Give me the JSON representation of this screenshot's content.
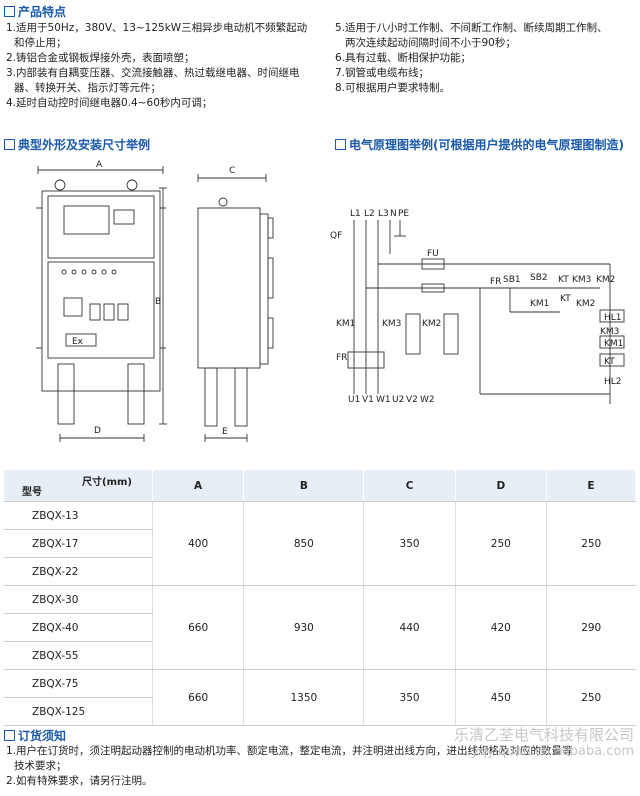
{
  "features": {
    "title": "产品特点",
    "left": [
      "1.适用于50Hz，380V、13~125kW三相异步电动机不频繁起动",
      "和停止用；",
      "2.铸铝合金或钢板焊接外壳，表面喷塑；",
      "3.内部装有自耦变压器、交流接触器、热过载继电器、时间继电",
      "器、转换开关、指示灯等元件；",
      "4.延时自动控时间继电器0.4~60秒内可调；"
    ],
    "right": [
      "5.适用于八小时工作制、不间断工作制、断续周期工作制、",
      "两次连续起动间隔时间不小于90秒；",
      "6.具有过载、断相保护功能；",
      "7.钢管或电缆布线；",
      "8.可根据用户要求特制。"
    ]
  },
  "dimensions_section": {
    "title": "典型外形及安装尺寸举例",
    "labels": {
      "a": "A",
      "b": "B",
      "c": "C",
      "d": "D",
      "e": "E",
      "ex": "Ex"
    }
  },
  "schematic_section": {
    "title": "电气原理图举例(可根据用户提供的电气原理图制造)",
    "labels": {
      "l1": "L1",
      "l2": "L2",
      "l3": "L3",
      "n": "N",
      "pe": "PE",
      "qf": "QF",
      "fu": "FU",
      "fr": "FR",
      "fr2": "FR",
      "sb1": "SB1",
      "sb2": "SB2",
      "kt": "KT",
      "km3": "KM3",
      "km2": "KM2",
      "km1": "KM1",
      "kt2": "KT",
      "km2b": "KM2",
      "hl1": "HL1",
      "km3b": "KM3",
      "km1b": "KM1",
      "kt3": "KT",
      "hl2": "HL2",
      "km1m": "KM1",
      "km3m": "KM3",
      "km2m": "KM2",
      "u1": "U1",
      "v1": "V1",
      "w1": "W1",
      "u2": "U2",
      "v2": "V2",
      "w2": "W2"
    }
  },
  "table": {
    "corner_top": "尺寸(mm)",
    "corner_bottom": "型号",
    "columns": [
      "A",
      "B",
      "C",
      "D",
      "E"
    ],
    "groups": [
      {
        "models": [
          "ZBQX-13",
          "ZBQX-17",
          "ZBQX-22"
        ],
        "values": [
          "400",
          "850",
          "350",
          "250",
          "250"
        ]
      },
      {
        "models": [
          "ZBQX-30",
          "ZBQX-40",
          "ZBQX-55"
        ],
        "values": [
          "660",
          "930",
          "440",
          "420",
          "290"
        ]
      },
      {
        "models": [
          "ZBQX-75",
          "ZBQX-125"
        ],
        "values": [
          "660",
          "1350",
          "350",
          "450",
          "250"
        ]
      }
    ]
  },
  "order": {
    "title": "订货须知",
    "lines": [
      "1.用户在订货时，须注明起动器控制的电动机功率、额定电流，整定电流，并注明进出线方向，进出线规格及对应的数量等",
      "技术要求；",
      "2.如有特殊要求，请另行注明。"
    ]
  },
  "watermark": {
    "line1": "乐清乙荃电气科技有限公司",
    "line2": "yqyiquan.cn.alibaba.com"
  }
}
